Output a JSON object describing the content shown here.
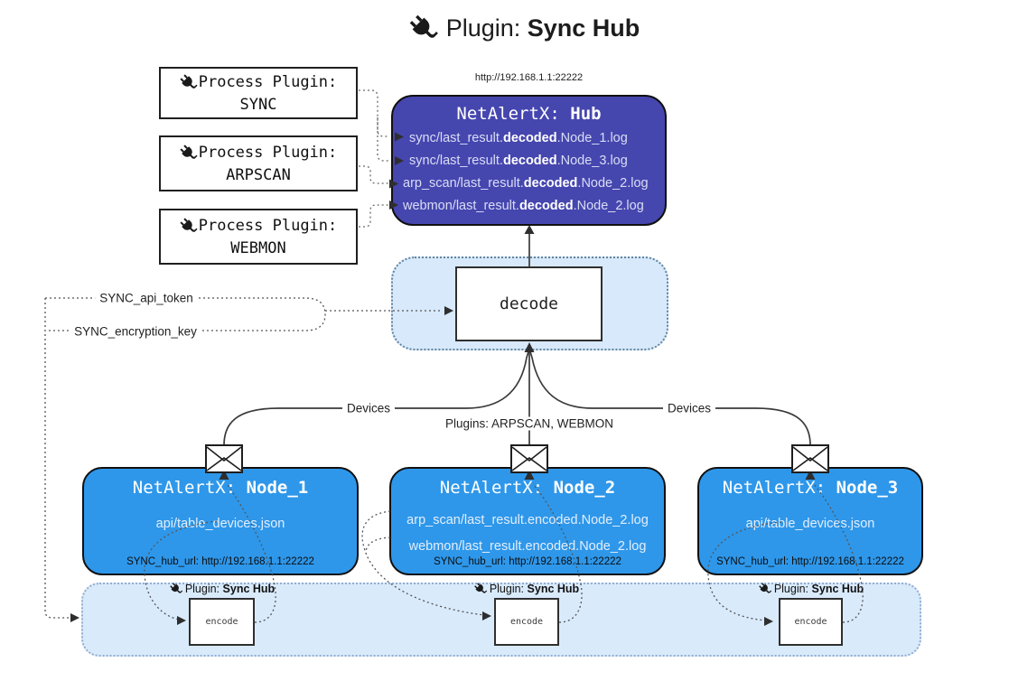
{
  "title": {
    "prefix": "Plugin:",
    "name": "Sync Hub"
  },
  "process_plugins": [
    {
      "label": "Process Plugin:",
      "name": "SYNC"
    },
    {
      "label": "Process Plugin:",
      "name": "ARPSCAN"
    },
    {
      "label": "Process Plugin:",
      "name": "WEBMON"
    }
  ],
  "hub": {
    "url": "http://192.168.1.1:22222",
    "title_prefix": "NetAlertX:",
    "title_name": "Hub",
    "logs": [
      {
        "pre": "sync/last_result.",
        "mid": "decoded",
        "post": ".Node_1.log"
      },
      {
        "pre": "sync/last_result.",
        "mid": "decoded",
        "post": ".Node_3.log"
      },
      {
        "pre": "arp_scan/last_result.",
        "mid": "decoded",
        "post": ".Node_2.log"
      },
      {
        "pre": "webmon/last_result.",
        "mid": "decoded",
        "post": ".Node_2.log"
      }
    ]
  },
  "decode": {
    "label": "decode"
  },
  "secrets": {
    "api_token": "SYNC_api_token",
    "encryption_key": "SYNC_encryption_key"
  },
  "edges": {
    "devices_left": "Devices",
    "devices_right": "Devices",
    "plugins_mid": "Plugins: ARPSCAN, WEBMON"
  },
  "nodes": [
    {
      "title_prefix": "NetAlertX:",
      "title_name": "Node_1",
      "lines": [
        "api/table_devices.json"
      ],
      "hub_url": "SYNC_hub_url: http://192.168.1.1:22222"
    },
    {
      "title_prefix": "NetAlertX:",
      "title_name": "Node_2",
      "lines": [
        "arp_scan/last_result.encoded.Node_2.log",
        "webmon/last_result.encoded.Node_2.log"
      ],
      "hub_url": "SYNC_hub_url: http://192.168.1.1:22222"
    },
    {
      "title_prefix": "NetAlertX:",
      "title_name": "Node_3",
      "lines": [
        "api/table_devices.json"
      ],
      "hub_url": "SYNC_hub_url: http://192.168.1.1:22222"
    }
  ],
  "encoders": [
    {
      "plugin_prefix": "Plugin:",
      "plugin_name": "Sync Hub",
      "label": "encode"
    },
    {
      "plugin_prefix": "Plugin:",
      "plugin_name": "Sync Hub",
      "label": "encode"
    },
    {
      "plugin_prefix": "Plugin:",
      "plugin_name": "Sync Hub",
      "label": "encode"
    }
  ],
  "icons": {
    "plug": "plug-icon",
    "envelope": "envelope-icon"
  },
  "colors": {
    "hub_fill": "#4646af",
    "node_fill": "#2e97ea",
    "band_fill": "#d9eafb",
    "decode_area_fill": "#d7e9fa",
    "hub_log_text": "#d9def5"
  }
}
